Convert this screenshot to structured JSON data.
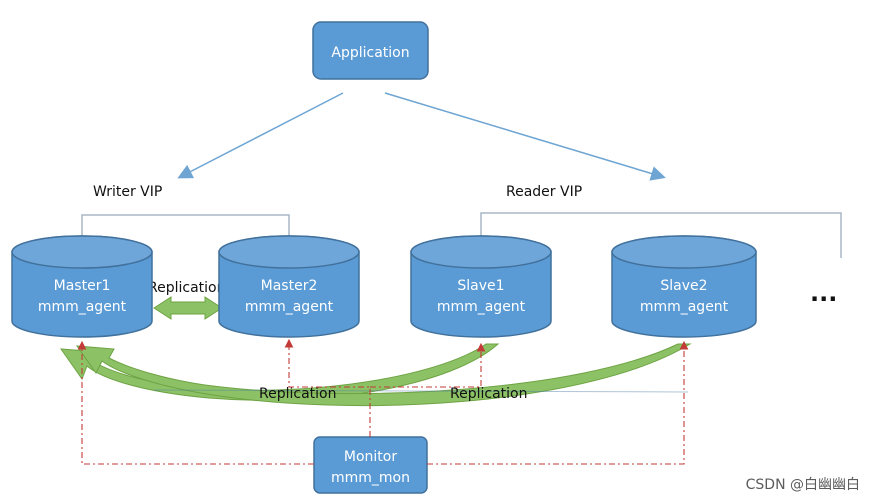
{
  "colors": {
    "node_fill": "#5b9bd5",
    "node_stroke": "#41719c",
    "node_top": "#6fa6da",
    "connector": "#6ea5d3",
    "tree_line": "#a9b7c6",
    "replication_arrow": "#8cc265",
    "monitor_line": "#c23b38",
    "text": "#111111"
  },
  "nodes": {
    "application": {
      "title": "Application"
    },
    "master1": {
      "title": "Master1",
      "subtitle": "mmm_agent"
    },
    "master2": {
      "title": "Master2",
      "subtitle": "mmm_agent"
    },
    "slave1": {
      "title": "Slave1",
      "subtitle": "mmm_agent"
    },
    "slave2": {
      "title": "Slave2",
      "subtitle": "mmm_agent"
    },
    "monitor": {
      "title": "Monitor",
      "subtitle": "mmm_mon"
    }
  },
  "labels": {
    "writer_vip": "Writer VIP",
    "reader_vip": "Reader VIP",
    "replication_top": "Replication",
    "replication_left": "Replication",
    "replication_right": "Replication",
    "more": "..."
  },
  "watermark": "CSDN @白幽幽白"
}
